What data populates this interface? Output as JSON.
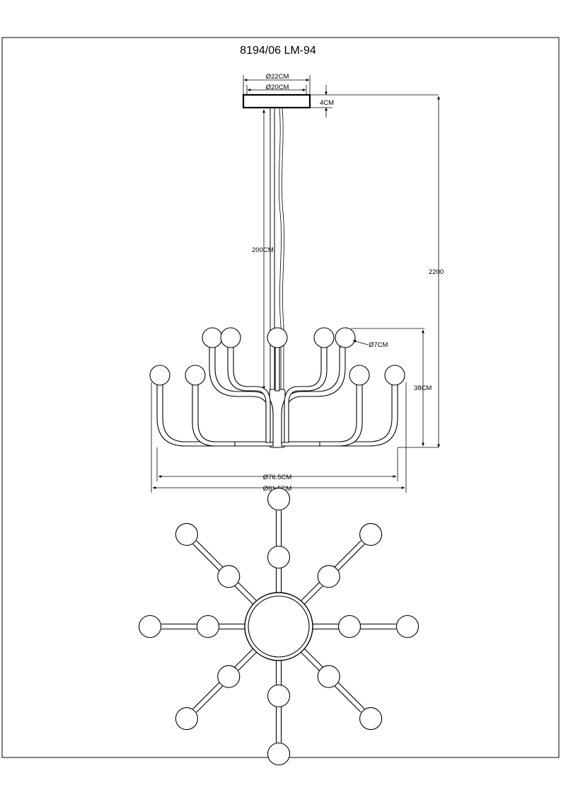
{
  "drawing": {
    "title": "8194/06 LM-94"
  },
  "dimensions": {
    "canopy_outer": "Ø22CM",
    "canopy_inner": "Ø20CM",
    "canopy_height": "4CM",
    "rod_length": "200CM",
    "total_height": "2200",
    "bulb_diameter": "Ø7CM",
    "body_height": "38CM",
    "inner_span": "Ø76.5CM",
    "outer_span": "Ø81.5CM"
  }
}
